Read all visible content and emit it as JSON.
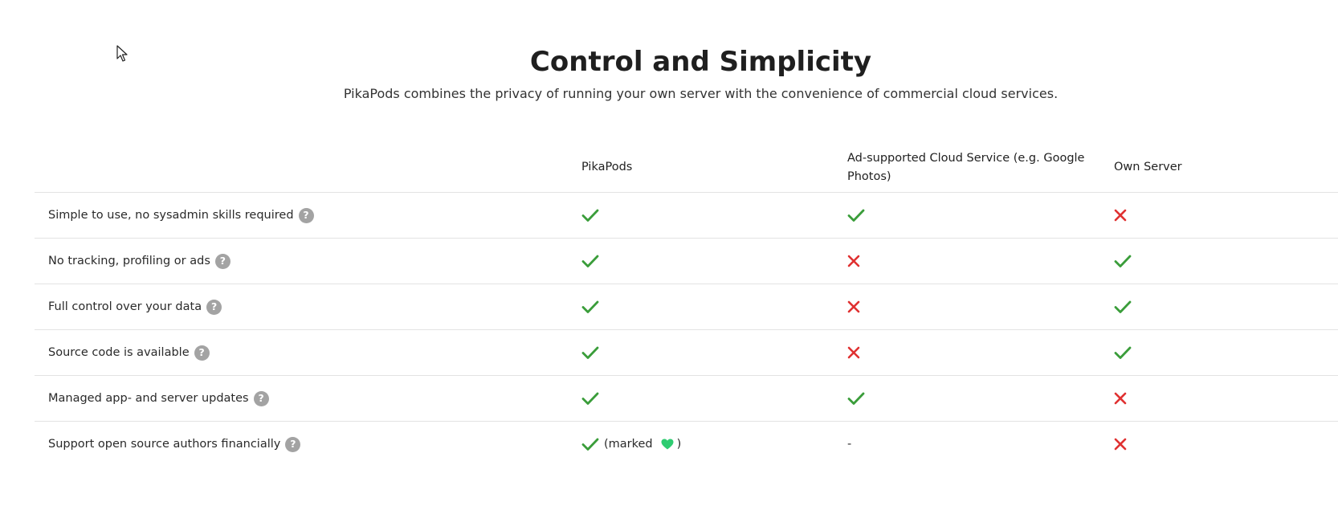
{
  "section": {
    "title": "Control and Simplicity",
    "subtitle": "PikaPods combines the privacy of running your own server with the convenience of commercial cloud services."
  },
  "table": {
    "headers": [
      "PikaPods",
      "Ad-supported Cloud Service (e.g. Google Photos)",
      "Own Server"
    ],
    "rows": [
      {
        "label": "Simple to use, no sysadmin skills required",
        "help": "?",
        "values": [
          "check",
          "check",
          "cross"
        ]
      },
      {
        "label": "No tracking, profiling or ads",
        "help": "?",
        "values": [
          "check",
          "cross",
          "check"
        ]
      },
      {
        "label": "Full control over your data",
        "help": "?",
        "values": [
          "check",
          "cross",
          "check"
        ]
      },
      {
        "label": "Source code is available",
        "help": "?",
        "values": [
          "check",
          "cross",
          "check"
        ]
      },
      {
        "label": "Managed app- and server updates",
        "help": "?",
        "values": [
          "check",
          "check",
          "cross"
        ]
      },
      {
        "label": "Support open source authors financially",
        "help": "?",
        "values": [
          "check",
          "dash",
          "cross"
        ]
      }
    ],
    "support_note_open": "(marked",
    "support_note_close": ")",
    "dash_text": "-"
  },
  "colors": {
    "check": "#3a9d3a",
    "cross": "#e03131",
    "heart": "#2ecc71",
    "help_bg": "#a3a3a3"
  },
  "icons": {
    "check": "check-icon",
    "cross": "cross-icon",
    "heart": "heart-icon",
    "help": "question-icon",
    "cursor": "mouse-cursor-icon"
  }
}
